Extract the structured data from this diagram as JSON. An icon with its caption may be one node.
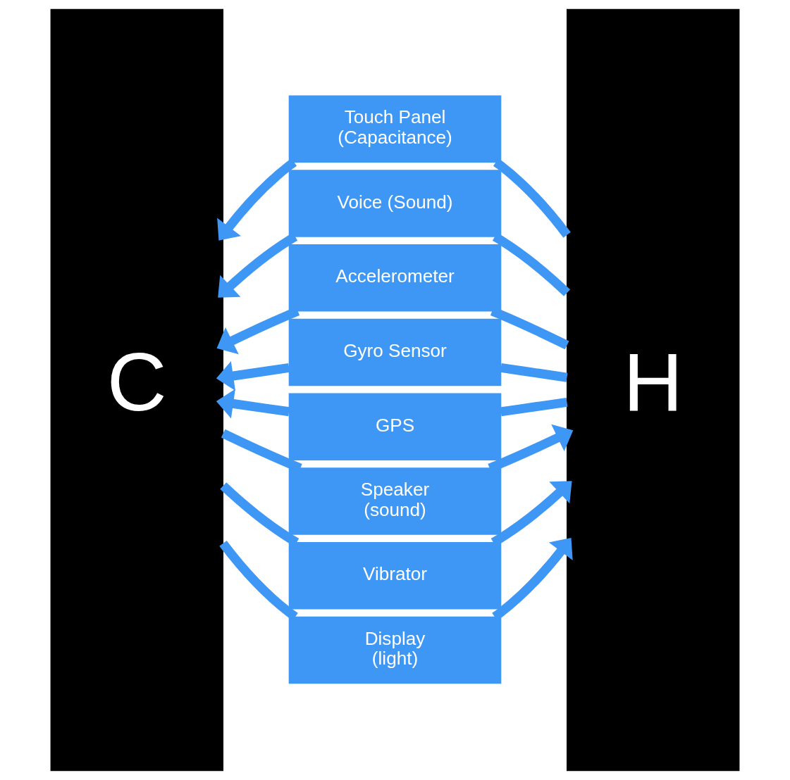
{
  "diagram": {
    "nodes": [
      {
        "text": [
          "C"
        ]
      },
      {
        "text": [
          "Touch Panel (Capacitance)"
        ]
      },
      {
        "text": [
          "Voice (Sound)"
        ]
      },
      {
        "text": [
          "Accelerometer"
        ]
      },
      {
        "text": [
          "Gyro Sensor"
        ]
      },
      {
        "text": [
          "GPS"
        ]
      },
      {
        "text": [
          "Speaker (sound)"
        ]
      },
      {
        "text": [
          "Vibrator"
        ]
      },
      {
        "text": [
          "Display (light)"
        ]
      },
      {
        "text": [
          "H"
        ]
      }
    ],
    "edges": [
      {
        "from": 9,
        "to": 1,
        "arrow": "none"
      },
      {
        "from": 1,
        "to": 0,
        "arrow": "to"
      },
      {
        "from": 9,
        "to": 2,
        "arrow": "none"
      },
      {
        "from": 2,
        "to": 0,
        "arrow": "to"
      },
      {
        "from": 9,
        "to": 3,
        "arrow": "none"
      },
      {
        "from": 3,
        "to": 0,
        "arrow": "to"
      },
      {
        "from": 9,
        "to": 4,
        "arrow": "none"
      },
      {
        "from": 4,
        "to": 0,
        "arrow": "to"
      },
      {
        "from": 9,
        "to": 5,
        "arrow": "none"
      },
      {
        "from": 5,
        "to": 0,
        "arrow": "to"
      },
      {
        "from": 0,
        "to": 6,
        "arrow": "none"
      },
      {
        "from": 6,
        "to": 9,
        "arrow": "to"
      },
      {
        "from": 0,
        "to": 7,
        "arrow": "none"
      },
      {
        "from": 7,
        "to": 9,
        "arrow": "to"
      },
      {
        "from": 0,
        "to": 8,
        "arrow": "none"
      },
      {
        "from": 8,
        "to": 9,
        "arrow": "to"
      }
    ]
  }
}
